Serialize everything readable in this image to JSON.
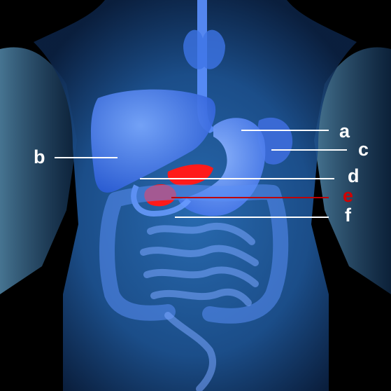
{
  "labels": {
    "a": "a",
    "b": "b",
    "c": "c",
    "d": "d",
    "e": "e",
    "f": "f"
  },
  "colors": {
    "background": "#000000",
    "body_glow": "#2f7fc8",
    "organ_blue": "#4a8cff",
    "highlight": "#ff1a1a",
    "label_white": "#ffffff",
    "label_red": "#d00000"
  }
}
